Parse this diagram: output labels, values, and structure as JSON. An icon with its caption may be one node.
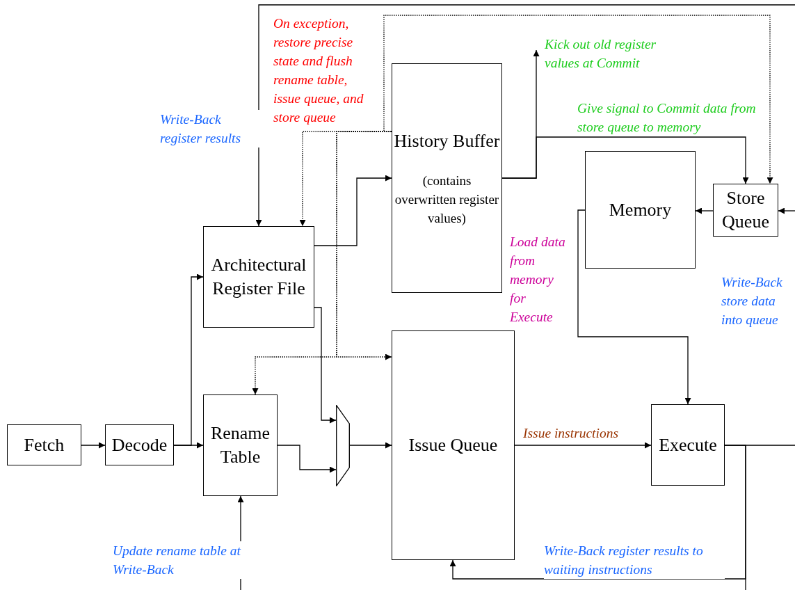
{
  "diagram": {
    "nodes": [
      {
        "text": [
          "Fetch"
        ]
      },
      {
        "text": [
          "Decode"
        ]
      },
      {
        "text": [
          "Architectural Register File"
        ]
      },
      {
        "text": [
          "Rename Table"
        ]
      },
      {
        "text": [
          "History Buffer",
          "(contains overwritten register values)"
        ]
      },
      {
        "text": [
          "Memory"
        ]
      },
      {
        "text": [
          "Store Queue"
        ]
      },
      {
        "text": [],
        "shape": "trapezoid"
      },
      {
        "text": [
          "Issue Queue"
        ]
      },
      {
        "text": [
          "Execute"
        ]
      }
    ],
    "edges": [
      {
        "from": 0,
        "to": 1,
        "arrow": "to"
      },
      {
        "from": 1,
        "to": 2,
        "arrow": "to"
      },
      {
        "from": 1,
        "to": 3,
        "arrow": "to"
      },
      {
        "from": 2,
        "to": 4,
        "arrow": "to"
      },
      {
        "from": 2,
        "to": 7,
        "arrow": "to"
      },
      {
        "from": 3,
        "to": 7,
        "arrow": "to"
      },
      {
        "from": 7,
        "to": 8,
        "arrow": "to"
      },
      {
        "from": 8,
        "to": 9,
        "arrow": "to",
        "label": "Issue instructions"
      },
      {
        "from": 9,
        "to": null,
        "arrow": "none"
      },
      {
        "from": 9,
        "to": 8,
        "arrow": "to",
        "label": "Write-Back register results to waiting instructions"
      },
      {
        "from": null,
        "to": 2,
        "arrow": "to",
        "label": "Write-Back register results"
      },
      {
        "from": null,
        "to": 3,
        "arrow": "to",
        "label": "Update rename table at Write-Back"
      },
      {
        "from": null,
        "to": 6,
        "arrow": "to",
        "label": "Write-Back store data into queue"
      },
      {
        "from": 4,
        "to": null,
        "arrow": "to",
        "label": "Kick out old register values at Commit"
      },
      {
        "from": 4,
        "to": 6,
        "arrow": "to",
        "label": "Give signal to Commit data from store queue to memory"
      },
      {
        "from": 5,
        "to": 9,
        "arrow": "to",
        "label": "Load data from memory for Execute"
      },
      {
        "from": 6,
        "to": 5,
        "arrow": "to"
      },
      {
        "from": 4,
        "to": 2,
        "arrow": "to",
        "style": "dashed"
      },
      {
        "from": 4,
        "to": 3,
        "arrow": "to",
        "style": "dashed"
      },
      {
        "from": 4,
        "to": 8,
        "arrow": "to",
        "style": "dashed"
      },
      {
        "from": 4,
        "to": 6,
        "arrow": "to",
        "style": "dashed",
        "label": "On exception, restore precise state and flush rename table, issue queue, and store queue"
      }
    ]
  }
}
